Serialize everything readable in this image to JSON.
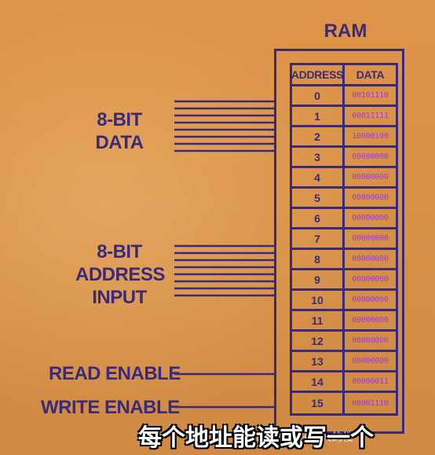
{
  "ram": {
    "title": "RAM",
    "headers": {
      "address": "ADDRESS",
      "data": "DATA"
    },
    "rows": [
      {
        "address": "0",
        "data": "00101110"
      },
      {
        "address": "1",
        "data": "00011111"
      },
      {
        "address": "2",
        "data": "10000100"
      },
      {
        "address": "3",
        "data": "00000000"
      },
      {
        "address": "4",
        "data": "00000000"
      },
      {
        "address": "5",
        "data": "00000000"
      },
      {
        "address": "6",
        "data": "00000000"
      },
      {
        "address": "7",
        "data": "00000000"
      },
      {
        "address": "8",
        "data": "00000000"
      },
      {
        "address": "9",
        "data": "00000000"
      },
      {
        "address": "10",
        "data": "00000000"
      },
      {
        "address": "11",
        "data": "00000000"
      },
      {
        "address": "12",
        "data": "00000000"
      },
      {
        "address": "13",
        "data": "00000000"
      },
      {
        "address": "14",
        "data": "00000011"
      },
      {
        "address": "15",
        "data": "00001110"
      }
    ]
  },
  "labels": {
    "data_bus": [
      "8-BIT",
      "DATA"
    ],
    "address_bus": [
      "8-BIT",
      "ADDRESS",
      "INPUT"
    ],
    "read_enable": "READ ENABLE",
    "write_enable": "WRITE ENABLE"
  },
  "subtitle": "每个地址能读或写一个",
  "watermark": "CSDN @坐在大大的楼",
  "colors": {
    "background": "#e79a4b",
    "ink": "#3a2a7a",
    "data_values": "#9a3ed0"
  }
}
